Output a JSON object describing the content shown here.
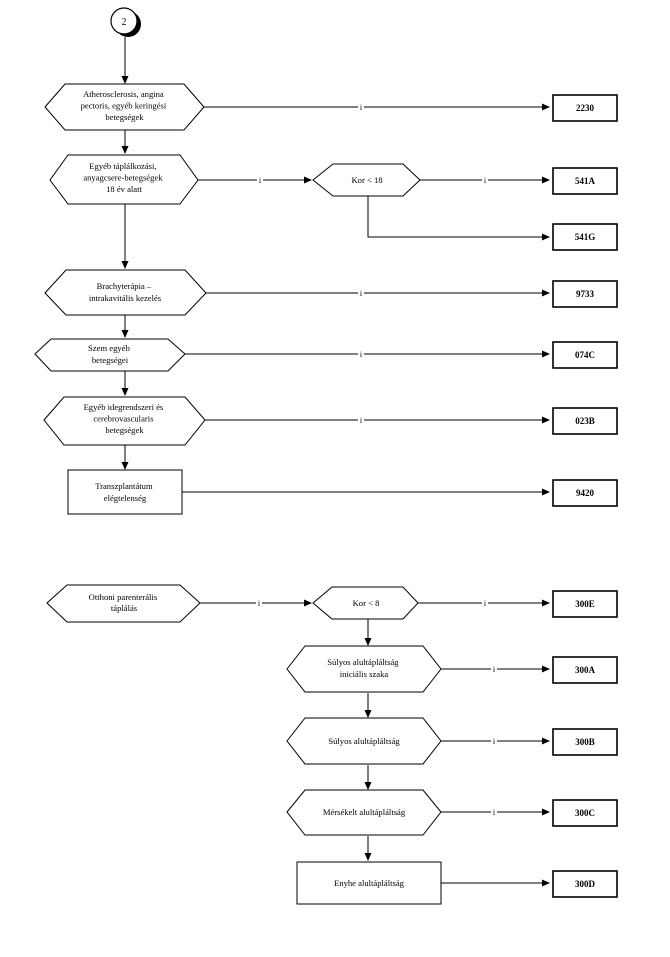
{
  "connector": {
    "label": "2"
  },
  "yes_label": "i",
  "decisions": {
    "athero": [
      "Atherosclerosis, angina",
      "pectoris, egyéb keringési",
      "betegségek"
    ],
    "taplalkozasi": [
      "Egyéb táplálkozási,",
      "anyagcsere-betegségek",
      "18 év alatt"
    ],
    "kor18": [
      "Kor < 18"
    ],
    "brachy": [
      "Brachyterápia –",
      "intrakavitális kezelés"
    ],
    "szem": [
      "Szem egyéb",
      "betegségei"
    ],
    "ideg": [
      "Egyéb idegrendszeri és",
      "cerebrovascularis",
      "betegségek"
    ],
    "otthoni": [
      "Otthoni parenterális",
      "táplálás"
    ],
    "kor8": [
      "Kor < 8"
    ],
    "sulyos_inic": [
      "Súlyos alultápláltság",
      "iniciális szaka"
    ],
    "sulyos": [
      "Súlyos alultápláltság"
    ],
    "mersekelt": [
      "Mérsékelt alultápláltság"
    ]
  },
  "processes": {
    "transzpl": [
      "Transzplantátum",
      "elégtelenség"
    ],
    "enyhe": [
      "Enyhe alultápláltság"
    ]
  },
  "codes": {
    "c2230": "2230",
    "c541A": "541A",
    "c541G": "541G",
    "c9733": "9733",
    "c074C": "074C",
    "c023B": "023B",
    "c9420": "9420",
    "c300E": "300E",
    "c300A": "300A",
    "c300B": "300B",
    "c300C": "300C",
    "c300D": "300D"
  }
}
